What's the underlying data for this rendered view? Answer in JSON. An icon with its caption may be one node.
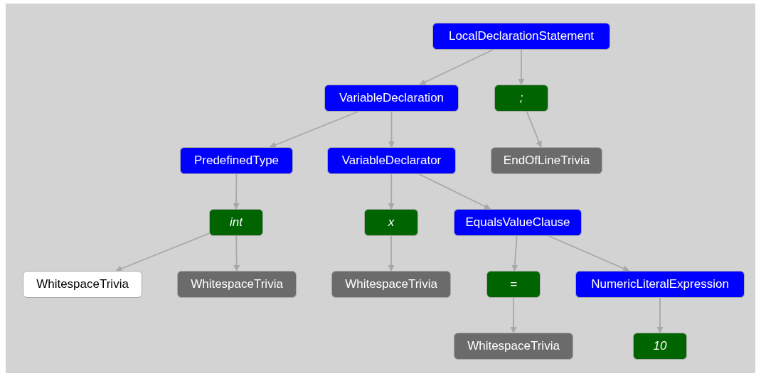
{
  "diagram": {
    "nodes": [
      {
        "text": [
          "LocalDeclarationStatement"
        ]
      },
      {
        "text": [
          "VariableDeclaration"
        ]
      },
      {
        "text": [
          ";"
        ]
      },
      {
        "text": [
          "PredefinedType"
        ]
      },
      {
        "text": [
          "VariableDeclarator"
        ]
      },
      {
        "text": [
          "EndOfLineTrivia"
        ]
      },
      {
        "text": [
          "int"
        ]
      },
      {
        "text": [
          "x"
        ]
      },
      {
        "text": [
          "EqualsValueClause"
        ]
      },
      {
        "text": [
          "WhitespaceTrivia"
        ]
      },
      {
        "text": [
          "WhitespaceTrivia"
        ]
      },
      {
        "text": [
          "WhitespaceTrivia"
        ]
      },
      {
        "text": [
          "="
        ]
      },
      {
        "text": [
          "NumericLiteralExpression"
        ]
      },
      {
        "text": [
          "WhitespaceTrivia"
        ]
      },
      {
        "text": [
          "10"
        ]
      }
    ],
    "edges": [
      {
        "from": 0,
        "to": 1,
        "arrow": "to"
      },
      {
        "from": 0,
        "to": 2,
        "arrow": "to"
      },
      {
        "from": 1,
        "to": 3,
        "arrow": "to"
      },
      {
        "from": 1,
        "to": 4,
        "arrow": "to"
      },
      {
        "from": 2,
        "to": 5,
        "arrow": "to"
      },
      {
        "from": 3,
        "to": 6,
        "arrow": "to"
      },
      {
        "from": 4,
        "to": 7,
        "arrow": "to"
      },
      {
        "from": 4,
        "to": 8,
        "arrow": "to"
      },
      {
        "from": 6,
        "to": 9,
        "arrow": "to"
      },
      {
        "from": 6,
        "to": 10,
        "arrow": "to"
      },
      {
        "from": 7,
        "to": 11,
        "arrow": "to"
      },
      {
        "from": 8,
        "to": 12,
        "arrow": "to"
      },
      {
        "from": 8,
        "to": 13,
        "arrow": "to"
      },
      {
        "from": 12,
        "to": 14,
        "arrow": "to"
      },
      {
        "from": 13,
        "to": 15,
        "arrow": "to"
      }
    ]
  }
}
